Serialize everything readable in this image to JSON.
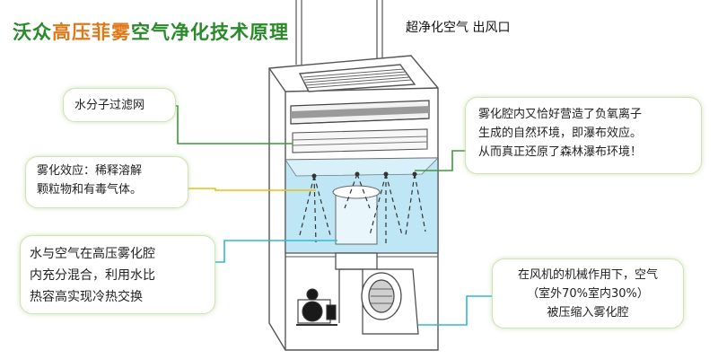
{
  "title": {
    "part1": "沃众",
    "part2": "高压菲雾",
    "part3": "空气净化技术原理"
  },
  "outlet_label": "超净化空气  出风口",
  "callouts": {
    "filter": "水分子过滤网",
    "atomize": {
      "line1": "雾化效应：稀释溶解",
      "line2": "颗粒物和有毒气体。"
    },
    "mixing": {
      "line1": "水与空气在高压雾化腔",
      "line2": "内充分混合，利用水比",
      "line3": "热容高实现冷热交换"
    },
    "anion": {
      "line1": "雾化腔内又恰好营造了负氧离子",
      "line2": "生成的自然环境，即瀑布效应。",
      "line3": "从而真正还原了森林瀑布环境！"
    },
    "intake": {
      "line1": "在风机的机械作用下，空气",
      "line2": "（室外70%室内30%）",
      "line3": "被压缩入雾化腔"
    }
  },
  "colors": {
    "title_green": "#2a8a2a",
    "title_orange": "#e07818",
    "leader_green": "#3a9a3a",
    "leader_yellow": "#e8c010",
    "leader_cyan": "#30b8d8",
    "chamber_blue": "#bfe6f5"
  }
}
